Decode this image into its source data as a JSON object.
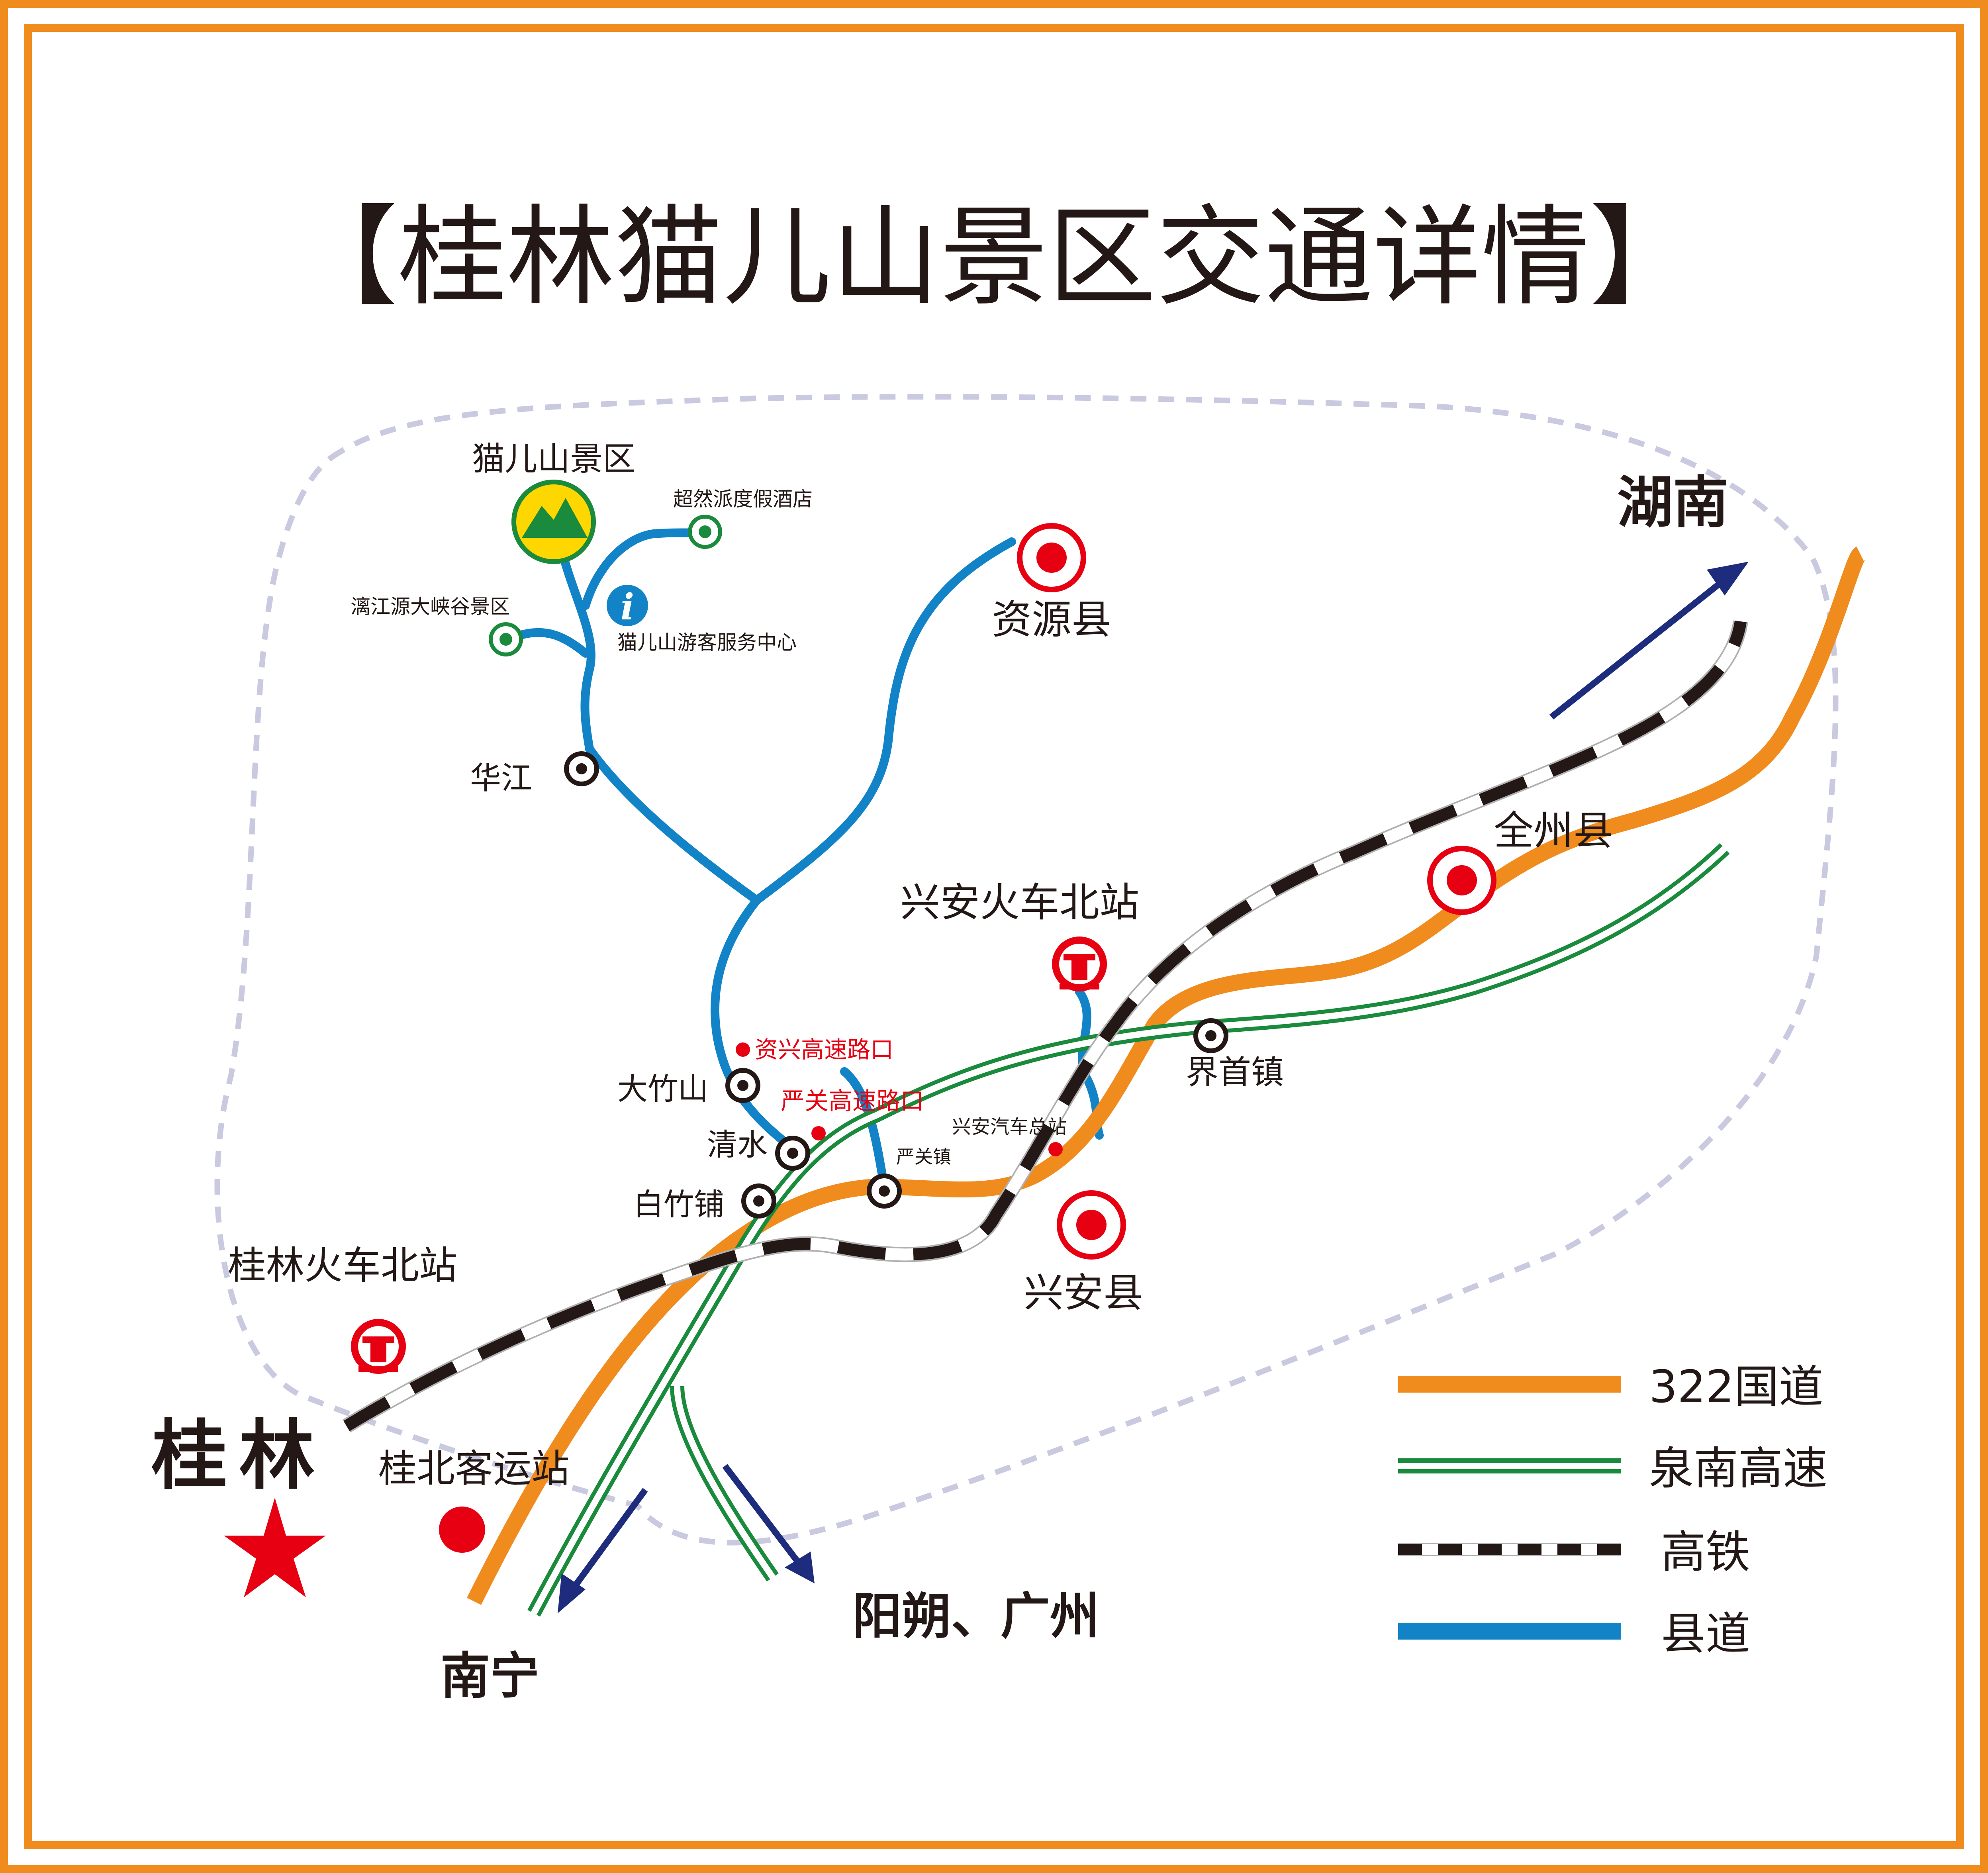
{
  "title": "【桂林猫儿山景区交通详情】",
  "colors": {
    "frame": "#f08c1e",
    "national_road": "#f08c1e",
    "expressway": "#1a8a3c",
    "county_road": "#1383c8",
    "rail": "#231815",
    "red": "#e60012",
    "arrow": "#1d2c7c",
    "boundary": "#c9c9e0"
  },
  "regions": {
    "hunan": "湖南",
    "guilin": "桂林",
    "nanning": "南宁",
    "yangshuo_guangzhou": "阳朔、广州"
  },
  "places": {
    "maoershan": "猫儿山景区",
    "chaoran_hotel": "超然派度假酒店",
    "lijiang_canyon": "漓江源大峡谷景区",
    "visitor_center": "猫儿山游客服务中心",
    "huajiang": "华江",
    "ziyuan": "资源县",
    "xingan_north_station": "兴安火车北站",
    "quanzhou": "全州县",
    "jieshou": "界首镇",
    "zixing_exit": "资兴高速路口",
    "yanguan_exit": "严关高速路口",
    "dazhushan": "大竹山",
    "qingshui": "清水",
    "baizhupu": "白竹铺",
    "yanguan_town": "严关镇",
    "xingan_bus": "兴安汽车总站",
    "xingan": "兴安县",
    "guilin_north_station": "桂林火车北站",
    "guibei_bus": "桂北客运站"
  },
  "legend": [
    {
      "label": "322国道",
      "type": "national"
    },
    {
      "label": "泉南高速",
      "type": "expressway"
    },
    {
      "label": "高铁",
      "type": "rail"
    },
    {
      "label": "县道",
      "type": "county"
    }
  ],
  "icons": {
    "scenic": "mountain-icon",
    "info": "info-icon",
    "station": "railway-station-icon",
    "city": "city-icon",
    "town": "town-icon",
    "capital": "star-icon"
  }
}
